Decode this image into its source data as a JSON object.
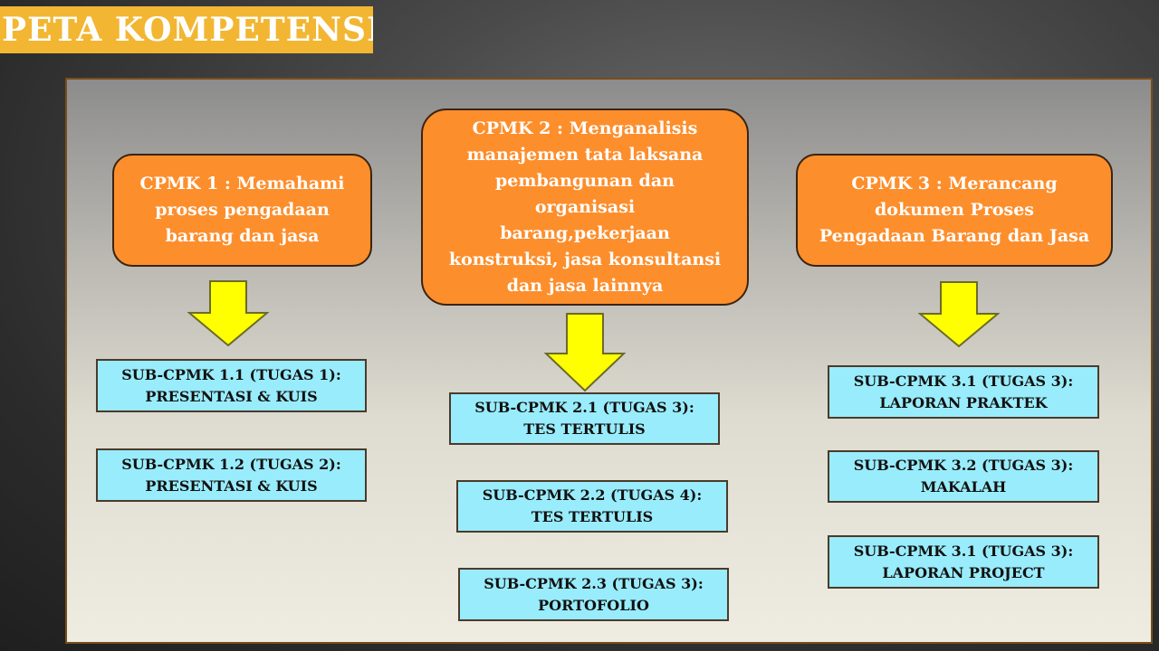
{
  "title": "PETA KOMPETENSI",
  "colors": {
    "banner": "#f2b632",
    "cpmk_fill": "#fd8e2c",
    "sub_fill": "#99ecfb",
    "arrow_fill": "#ffff00",
    "arrow_stroke": "#6b6b2a"
  },
  "columns": [
    {
      "cpmk": "CPMK 1 : Memahami\nproses pengadaan\nbarang dan jasa",
      "subs": [
        "SUB-CPMK 1.1 (TUGAS 1):\nPRESENTASI & KUIS",
        "SUB-CPMK 1.2 (TUGAS 2):\nPRESENTASI & KUIS"
      ]
    },
    {
      "cpmk": "CPMK 2 : Menganalisis\nmanajemen tata laksana\npembangunan dan\norganisasi\nbarang,pekerjaan\nkonstruksi, jasa konsultansi\ndan jasa lainnya",
      "subs": [
        "SUB-CPMK 2.1 (TUGAS 3):\nTES TERTULIS",
        "SUB-CPMK 2.2 (TUGAS 4):\nTES TERTULIS",
        "SUB-CPMK 2.3 (TUGAS 3):\nPORTOFOLIO"
      ]
    },
    {
      "cpmk": "CPMK 3 : Merancang\ndokumen Proses\nPengadaan Barang dan Jasa",
      "subs": [
        "SUB-CPMK 3.1 (TUGAS 3):\nLAPORAN PRAKTEK",
        "SUB-CPMK 3.2 (TUGAS 3):\nMAKALAH",
        "SUB-CPMK 3.1 (TUGAS 3):\nLAPORAN PROJECT"
      ]
    }
  ]
}
